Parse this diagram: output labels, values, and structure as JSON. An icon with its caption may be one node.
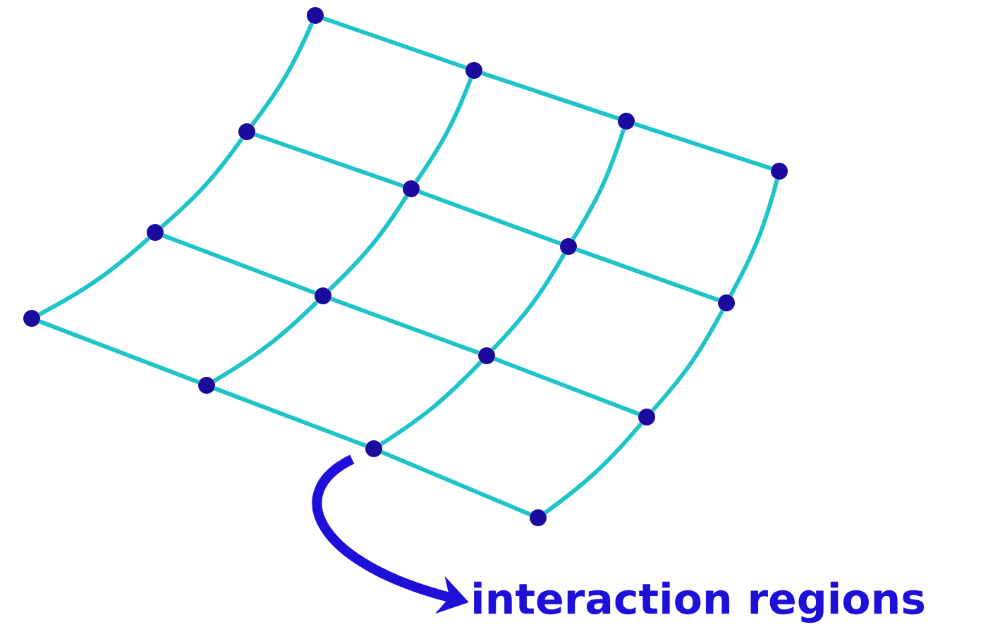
{
  "diagram": {
    "nodes": [
      {
        "text": [],
        "shape": "circle"
      },
      {
        "text": [],
        "shape": "circle"
      },
      {
        "text": [],
        "shape": "circle"
      },
      {
        "text": [],
        "shape": "circle"
      },
      {
        "text": [],
        "shape": "circle"
      },
      {
        "text": [],
        "shape": "circle"
      },
      {
        "text": [],
        "shape": "circle"
      },
      {
        "text": [],
        "shape": "circle"
      },
      {
        "text": [],
        "shape": "circle"
      },
      {
        "text": [],
        "shape": "circle"
      },
      {
        "text": [],
        "shape": "circle"
      },
      {
        "text": [],
        "shape": "circle"
      },
      {
        "text": [],
        "shape": "circle"
      },
      {
        "text": [],
        "shape": "circle"
      },
      {
        "text": [],
        "shape": "circle"
      },
      {
        "text": [],
        "shape": "circle"
      },
      {
        "text": [
          "interaction regions"
        ]
      }
    ],
    "edges": [
      {
        "from": 0,
        "to": 1,
        "arrow": "none"
      },
      {
        "from": 1,
        "to": 2,
        "arrow": "none"
      },
      {
        "from": 2,
        "to": 3,
        "arrow": "none"
      },
      {
        "from": 4,
        "to": 5,
        "arrow": "none"
      },
      {
        "from": 5,
        "to": 6,
        "arrow": "none"
      },
      {
        "from": 6,
        "to": 7,
        "arrow": "none"
      },
      {
        "from": 8,
        "to": 9,
        "arrow": "none"
      },
      {
        "from": 9,
        "to": 10,
        "arrow": "none"
      },
      {
        "from": 10,
        "to": 11,
        "arrow": "none"
      },
      {
        "from": 12,
        "to": 13,
        "arrow": "none"
      },
      {
        "from": 13,
        "to": 14,
        "arrow": "none"
      },
      {
        "from": 14,
        "to": 15,
        "arrow": "none"
      },
      {
        "from": 0,
        "to": 4,
        "arrow": "none"
      },
      {
        "from": 4,
        "to": 8,
        "arrow": "none"
      },
      {
        "from": 8,
        "to": 12,
        "arrow": "none"
      },
      {
        "from": 1,
        "to": 5,
        "arrow": "none"
      },
      {
        "from": 5,
        "to": 9,
        "arrow": "none"
      },
      {
        "from": 9,
        "to": 13,
        "arrow": "none"
      },
      {
        "from": 2,
        "to": 6,
        "arrow": "none"
      },
      {
        "from": 6,
        "to": 10,
        "arrow": "none"
      },
      {
        "from": 10,
        "to": 14,
        "arrow": "none"
      },
      {
        "from": 3,
        "to": 7,
        "arrow": "none"
      },
      {
        "from": 7,
        "to": 11,
        "arrow": "none"
      },
      {
        "from": 11,
        "to": 15,
        "arrow": "none"
      },
      {
        "from": 14,
        "to": 16,
        "arrow": "to",
        "style": "thick",
        "color": "#1e10d8"
      }
    ]
  }
}
